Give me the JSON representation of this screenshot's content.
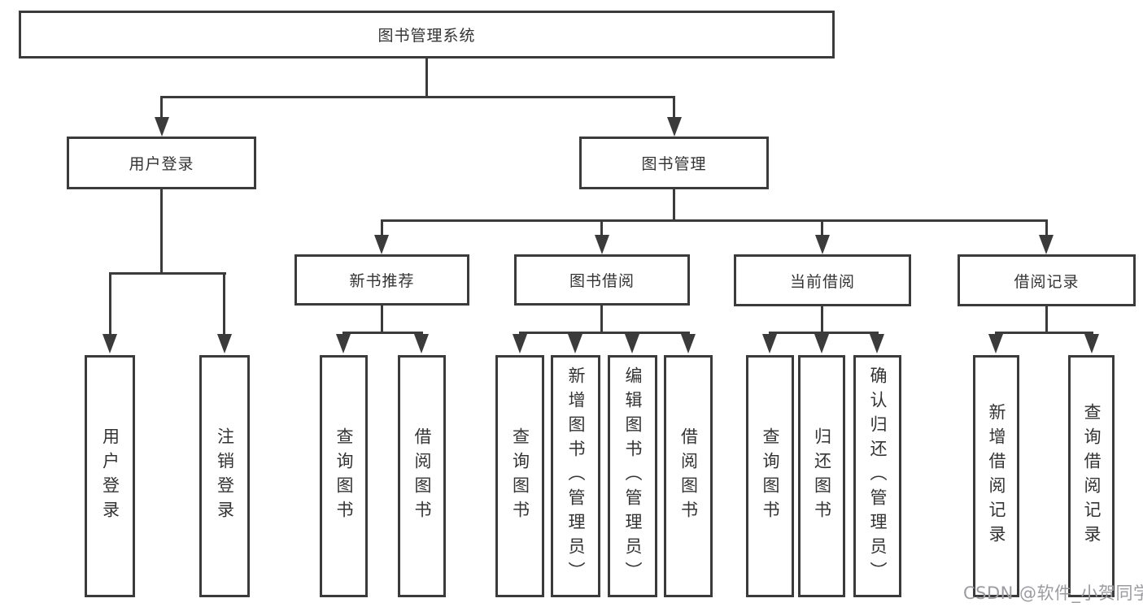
{
  "diagram": {
    "type": "tree",
    "title": "图书管理系统",
    "colors": {
      "background": "#ffffff",
      "border": "#3b3b3b",
      "text": "#333333",
      "watermark": "#9b9ba2"
    },
    "watermark": "CSDN @软件_小贺同学",
    "nodes": {
      "root": "图书管理系统",
      "login": "用户登录",
      "mgmt": "图书管理",
      "newbook": "新书推荐",
      "borrow": "图书借阅",
      "current": "当前借阅",
      "records": "借阅记录",
      "leaf_login": "用户登录",
      "leaf_logout": "注销登录",
      "nb_query": "查询图书",
      "nb_borrow": "借阅图书",
      "bb_query": "查询图书",
      "bb_add": "新增图书（管理员）",
      "bb_edit": "编辑图书（管理员）",
      "bb_borrow": "借阅图书",
      "cb_query": "查询图书",
      "cb_return": "归还图书",
      "cb_confirm": "确认归还（管理员）",
      "br_add": "新增借阅记录",
      "br_query": "查询借阅记录"
    },
    "hierarchy": {
      "图书管理系统": {
        "用户登录": [
          "用户登录",
          "注销登录"
        ],
        "图书管理": {
          "新书推荐": [
            "查询图书",
            "借阅图书"
          ],
          "图书借阅": [
            "查询图书",
            "新增图书（管理员）",
            "编辑图书（管理员）",
            "借阅图书"
          ],
          "当前借阅": [
            "查询图书",
            "归还图书",
            "确认归还（管理员）"
          ],
          "借阅记录": [
            "新增借阅记录",
            "查询借阅记录"
          ]
        }
      }
    }
  }
}
